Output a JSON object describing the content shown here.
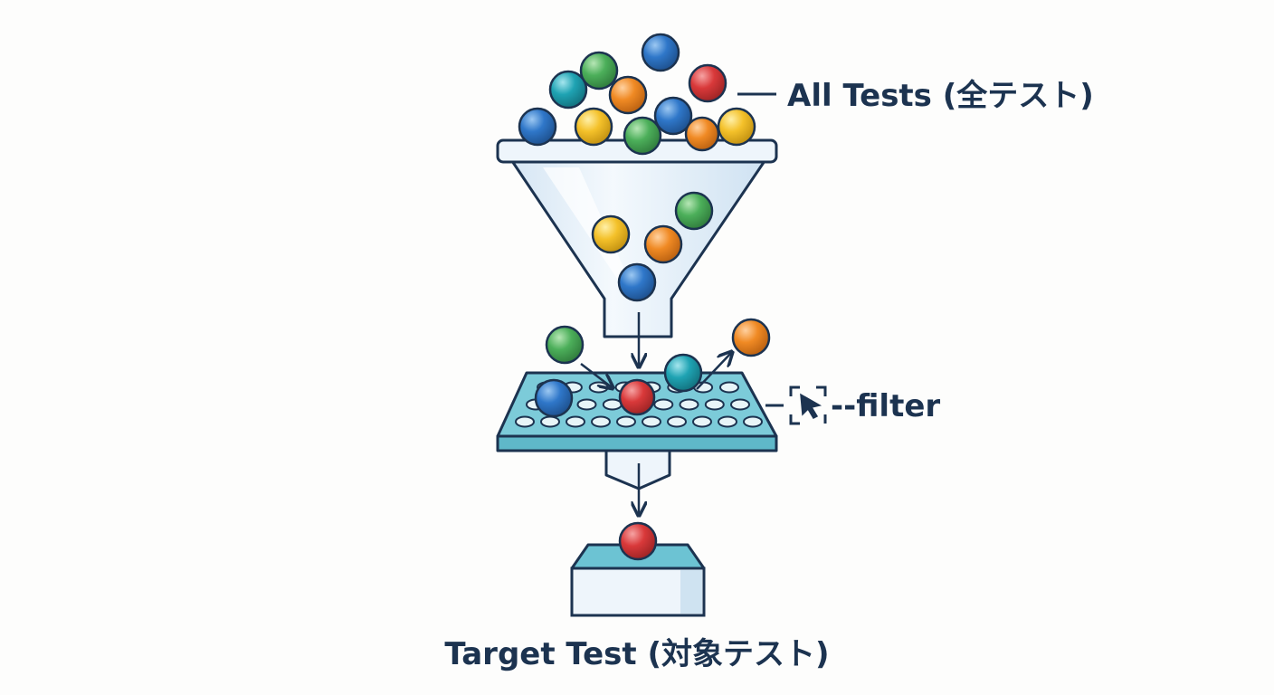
{
  "labels": {
    "all_tests": "All Tests (全テスト)",
    "filter": "--filter",
    "target_test": "Target Test (対象テスト)"
  },
  "icons": {
    "filter_indicator": "cursor-select-icon"
  },
  "colors": {
    "ink": "#1c3350",
    "ball_blue": "#2f77c9",
    "ball_green": "#4caf5a",
    "ball_orange": "#f08a24",
    "ball_red": "#d9393a",
    "ball_yellow": "#f4c12a",
    "ball_teal": "#1fa3b3",
    "sieve_fill": "#6cc3d3",
    "funnel_fill": "#e3eef8",
    "box_fill": "#e9f2fa"
  }
}
